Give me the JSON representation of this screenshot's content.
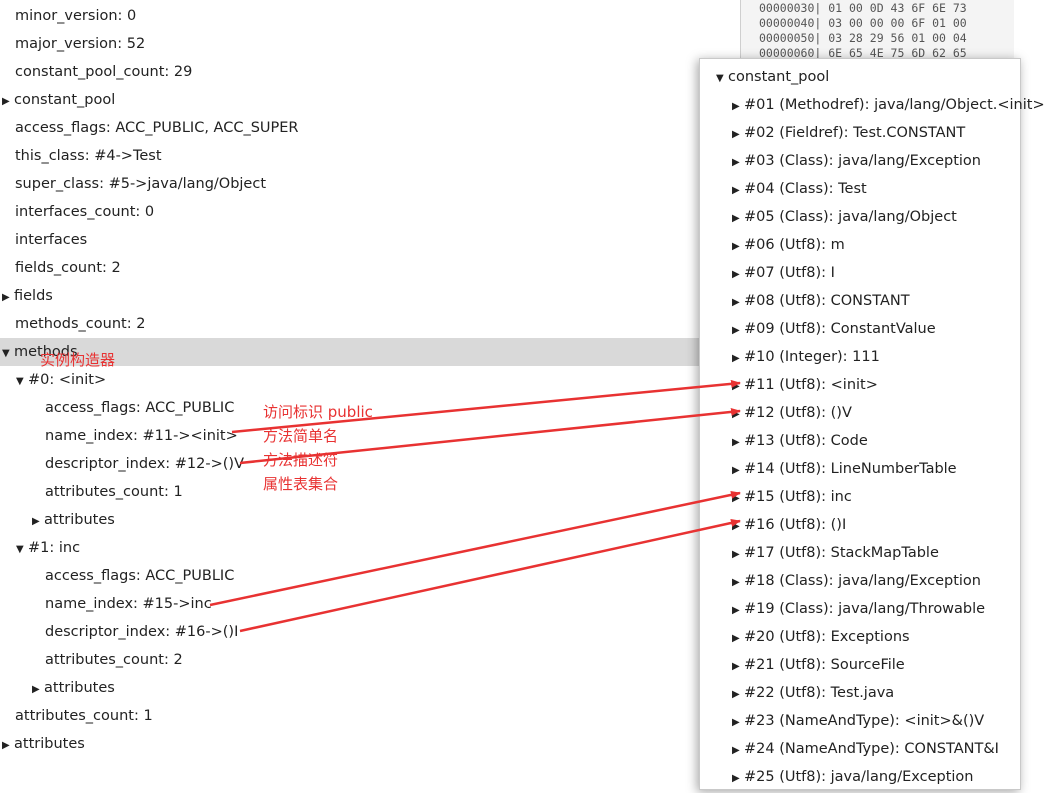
{
  "class_fields": {
    "minor_version": "minor_version: 0",
    "major_version": "major_version: 52",
    "constant_pool_count": "constant_pool_count: 29",
    "constant_pool": "constant_pool",
    "access_flags": "access_flags: ACC_PUBLIC, ACC_SUPER",
    "this_class": "this_class: #4->Test",
    "super_class": "super_class: #5->java/lang/Object",
    "interfaces_count": "interfaces_count: 0",
    "interfaces": "interfaces",
    "fields_count": "fields_count: 2",
    "fields": "fields",
    "methods_count": "methods_count: 2",
    "methods": "methods",
    "attributes_count": "attributes_count: 1",
    "attributes": "attributes"
  },
  "method0": {
    "header": "#0: <init>",
    "access_flags": "access_flags: ACC_PUBLIC",
    "name_index": "name_index: #11-><init>",
    "descriptor_index": "descriptor_index: #12->()V",
    "attributes_count": "attributes_count: 1",
    "attributes": "attributes"
  },
  "method1": {
    "header": "#1: inc",
    "access_flags": "access_flags: ACC_PUBLIC",
    "name_index": "name_index: #15->inc",
    "descriptor_index": "descriptor_index: #16->()I",
    "attributes_count": "attributes_count: 2",
    "attributes": "attributes"
  },
  "hex_lines": [
    "00000030| 01 00 0D 43 6F 6E 73",
    "00000040| 03 00 00 00 6F 01 00",
    "00000050| 03 28 29 56 01 00 04",
    "00000060| 6E 65 4E 75 6D 62 65"
  ],
  "constant_pool_panel": {
    "title": "constant_pool",
    "items": [
      "#01 (Methodref): java/lang/Object.<init>",
      "#02 (Fieldref): Test.CONSTANT",
      "#03 (Class): java/lang/Exception",
      "#04 (Class): Test",
      "#05 (Class): java/lang/Object",
      "#06 (Utf8): m",
      "#07 (Utf8): I",
      "#08 (Utf8): CONSTANT",
      "#09 (Utf8): ConstantValue",
      "#10 (Integer): 111",
      "#11 (Utf8): <init>",
      "#12 (Utf8): ()V",
      "#13 (Utf8): Code",
      "#14 (Utf8): LineNumberTable",
      "#15 (Utf8): inc",
      "#16 (Utf8): ()I",
      "#17 (Utf8): StackMapTable",
      "#18 (Class): java/lang/Exception",
      "#19 (Class): java/lang/Throwable",
      "#20 (Utf8): Exceptions",
      "#21 (Utf8): SourceFile",
      "#22 (Utf8): Test.java",
      "#23 (NameAndType): <init>&()V",
      "#24 (NameAndType): CONSTANT&I",
      "#25 (Utf8): java/lang/Exception"
    ]
  },
  "annotations": {
    "instance_constructor": "实例构造器",
    "access_flag_public": "访问标识 public",
    "simple_method_name": "方法简单名",
    "method_descriptor": "方法描述符",
    "attribute_table": "属性表集合"
  },
  "colors": {
    "annotation_red": "#e83232",
    "selected_row": "#d9d9d9"
  }
}
